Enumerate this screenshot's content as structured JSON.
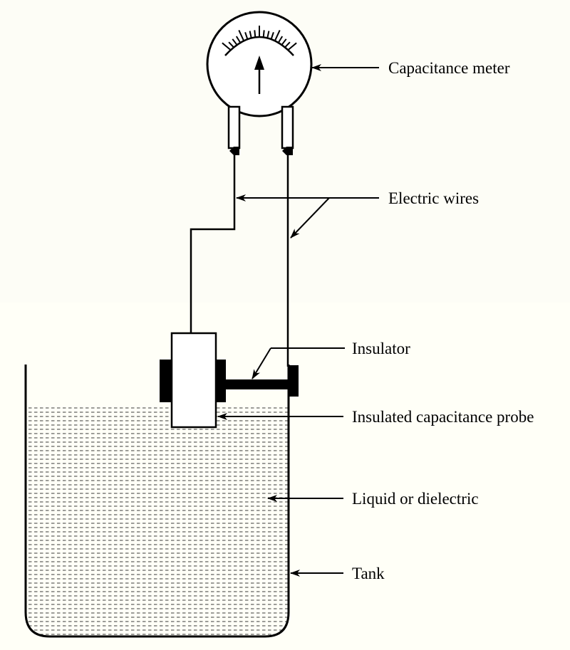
{
  "labels": {
    "capacitance_meter": "Capacitance meter",
    "electric_wires": "Electric wires",
    "insulator": "Insulator",
    "insulated_capacitance_probe": "Insulated capacitance probe",
    "liquid_or_dielectric": "Liquid or dielectric",
    "tank": "Tank"
  },
  "colors": {
    "background": "#fdfdf6",
    "background_lower": "#fffff7",
    "ink": "#000000",
    "liquid_dash": "#3a3a3a"
  }
}
